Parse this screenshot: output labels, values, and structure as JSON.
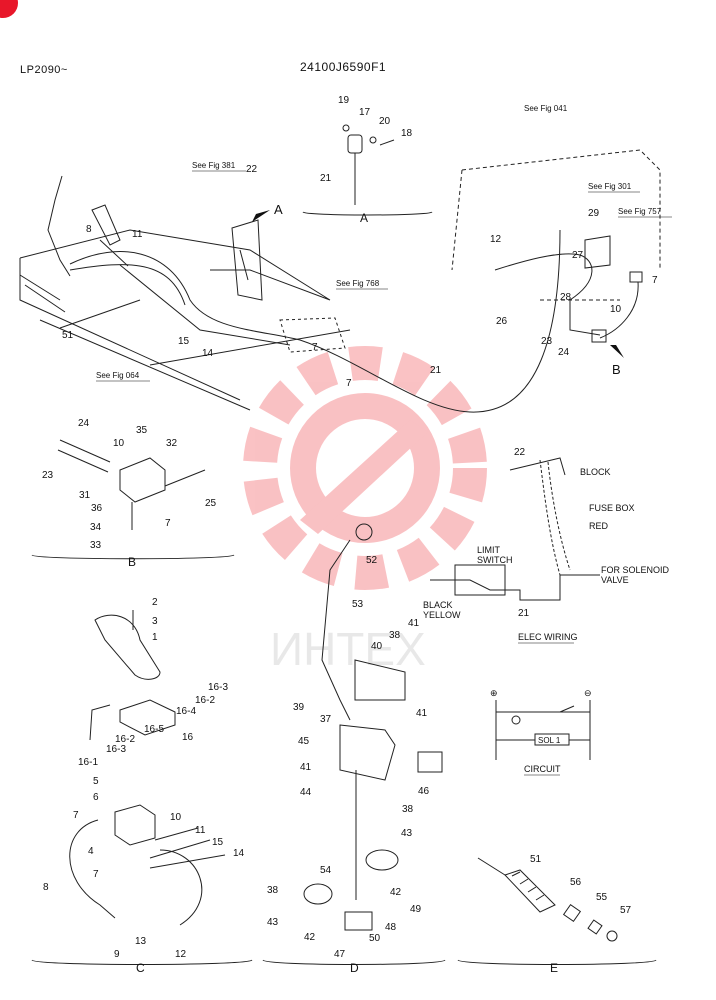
{
  "header": {
    "model": "LP2090~",
    "drawing_number": "24100J6590F1"
  },
  "watermark": {
    "text": "ИНТЕХ",
    "color": "#f04f55"
  },
  "logo_color": "#e8172a",
  "references": {
    "fig381": "See Fig 381",
    "fig041": "See Fig 041",
    "fig301": "See Fig 301",
    "fig757": "See Fig 757",
    "fig768": "See Fig 768",
    "fig064": "See Fig 064"
  },
  "section_labels": {
    "a": "A",
    "b": "B",
    "c": "C",
    "d": "D",
    "e": "E"
  },
  "wiring": {
    "block": "BLOCK",
    "fuse_box": "FUSE BOX",
    "red": "RED",
    "limit": "LIMIT",
    "switch": "SWITCH",
    "for_solenoid": "FOR SOLENOID",
    "valve": "VALVE",
    "black": "BLACK",
    "yellow": "YELLOW",
    "elec_wiring": "ELEC WIRING",
    "circuit": "CIRCUIT",
    "sol": "SOL 1",
    "plus": "⊕",
    "minus": "⊖"
  },
  "callouts": {
    "main": [
      "22",
      "8",
      "11",
      "51",
      "15",
      "14",
      "7",
      "7",
      "21"
    ],
    "a": [
      "19",
      "17",
      "20",
      "18",
      "21"
    ],
    "right_inset": [
      "29",
      "12",
      "27",
      "28",
      "7",
      "26",
      "10",
      "23",
      "24"
    ],
    "b": [
      "24",
      "35",
      "10",
      "32",
      "23",
      "31",
      "36",
      "34",
      "33",
      "25",
      "7"
    ],
    "wire": [
      "22",
      "52",
      "53",
      "21"
    ],
    "c": [
      "2",
      "3",
      "1",
      "16-3",
      "16-2",
      "16-4",
      "16-5",
      "16",
      "16-2",
      "16-3",
      "16-1",
      "5",
      "6",
      "7",
      "10",
      "11",
      "15",
      "4",
      "14",
      "7",
      "8",
      "9",
      "13",
      "12"
    ],
    "d": [
      "41",
      "38",
      "40",
      "39",
      "37",
      "41",
      "45",
      "41",
      "44",
      "46",
      "38",
      "43",
      "54",
      "42",
      "38",
      "43",
      "42",
      "47",
      "50",
      "48",
      "49"
    ],
    "e": [
      "51",
      "56",
      "55",
      "57"
    ]
  }
}
